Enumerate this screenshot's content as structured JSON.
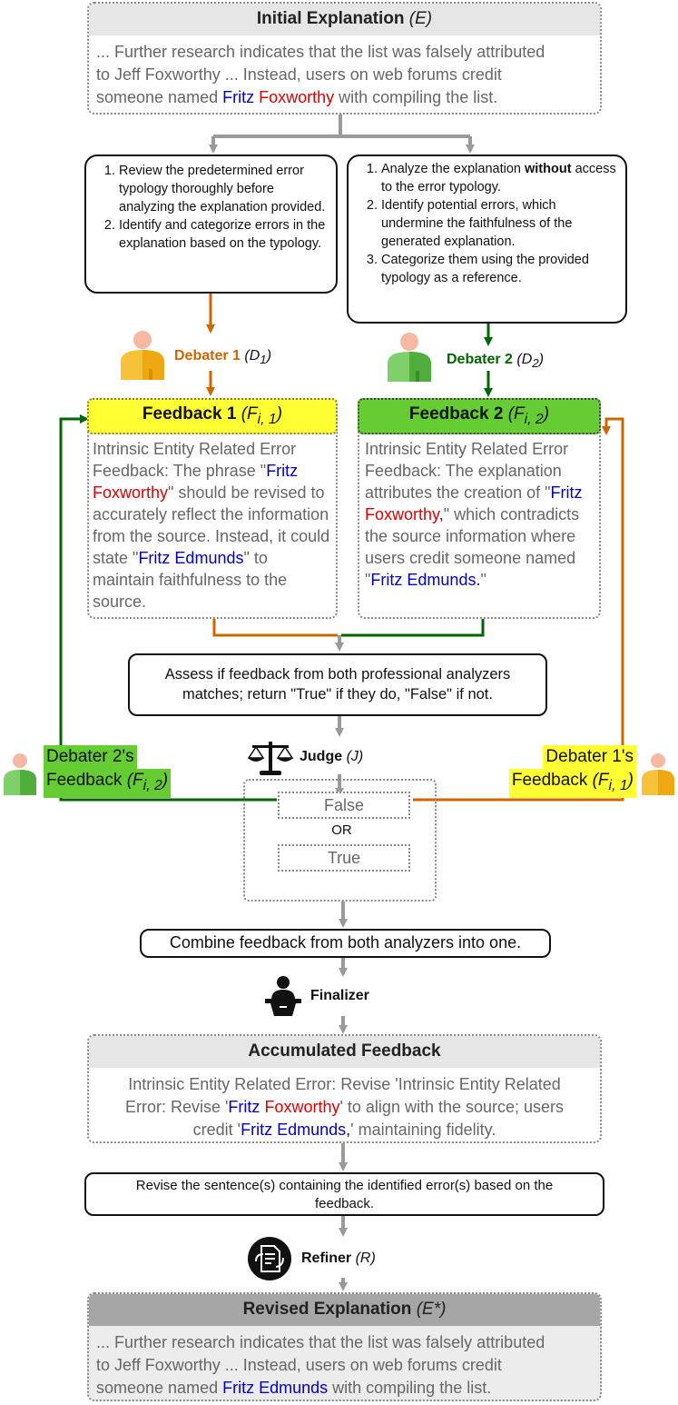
{
  "initial": {
    "title": "Initial Explanation",
    "symbol": "(E)",
    "line1": "... Further research indicates that the list was falsely attributed",
    "line2": "to Jeff Foxworthy ... Instead, users on web forums credit",
    "line3_pre": "someone named ",
    "name_first": "Fritz",
    "name_last": "Foxworthy",
    "line3_post": " with compiling the list."
  },
  "instructions1": [
    "Review the predetermined error typology thoroughly before analyzing the explanation provided.",
    "Identify and categorize errors in the explanation based on the typology."
  ],
  "instructions2": {
    "item1_pre": "Analyze the explanation ",
    "item1_bold": "without",
    "item1_post": " access to the error typology.",
    "item2": "Identify potential errors, which undermine the faithfulness of the generated explanation.",
    "item3": "Categorize them using the provided typology as a reference."
  },
  "debater1": {
    "label": "Debater 1",
    "symbol_base": "(D",
    "symbol_sub": "1",
    "symbol_end": ")"
  },
  "debater2": {
    "label": "Debater 2",
    "symbol_base": "(D",
    "symbol_sub": "2",
    "symbol_end": ")"
  },
  "feedback1": {
    "title": "Feedback 1",
    "symbol_base": "(F",
    "symbol_sub": "i, 1",
    "symbol_end": ")",
    "t1": "Intrinsic Entity Related Error Feedback: The phrase",
    "q_open": "\"",
    "fritz": "Fritz",
    "foxworthy": "Foxworthy",
    "t2": "\" should be revised to accurately reflect the information from the source. Instead, it could state",
    "fritz_edmunds": "Fritz Edmunds",
    "t3": "\" to maintain faithfulness to the source."
  },
  "feedback2": {
    "title": "Feedback 2",
    "symbol_base": "(F",
    "symbol_sub": "i, 2",
    "symbol_end": ")",
    "t1": "Intrinsic Entity Related Error Feedback: The explanation attributes the creation of",
    "q_open": "\"",
    "fritz": "Fritz",
    "foxworthy": "Foxworthy,",
    "t2": "\" which contradicts the source information where users credit someone named \"",
    "fritz2": "Fritz",
    "edmunds": "Edmunds.",
    "t3": "\""
  },
  "assess": {
    "line1": "Assess if feedback from both professional analyzers",
    "line2": "matches; return \"True\" if they do, \"False\" if not."
  },
  "judge": {
    "label": "Judge",
    "symbol": "(J)"
  },
  "debater2_feedback_tag": {
    "line1": "Debater 2's",
    "line2_pre": "Feedback ",
    "symbol_base": "(F",
    "symbol_sub": "i, 2",
    "symbol_end": ")"
  },
  "debater1_feedback_tag": {
    "line1": "Debater 1's",
    "line2_pre": "Feedback ",
    "symbol_base": "(F",
    "symbol_sub": "i, 1",
    "symbol_end": ")"
  },
  "decision": {
    "false_label": "False",
    "or_label": "OR",
    "true_label": "True"
  },
  "combine": {
    "text": "Combine feedback from both analyzers into one."
  },
  "finalizer": {
    "label": "Finalizer"
  },
  "accumulated": {
    "title": "Accumulated Feedback",
    "line1": "Intrinsic Entity Related Error: Revise 'Intrinsic Entity Related",
    "line2_pre": "Error: Revise '",
    "fritz": "Fritz",
    "foxworthy": "Foxworthy",
    "line2_post": "' to align with the source; users",
    "line3_pre": "credit '",
    "fritz_edmunds": "Fritz Edmunds,",
    "line3_post": "' maintaining fidelity."
  },
  "revise": {
    "line1": "Revise the sentence(s) containing the identified error(s) based on the",
    "line2": "feedback."
  },
  "refiner": {
    "label": "Refiner",
    "symbol": "(R)"
  },
  "revised": {
    "title": "Revised Explanation",
    "symbol": "(E*)",
    "line1": "... Further research indicates that the list was falsely attributed",
    "line2": "to Jeff Foxworthy ... Instead, users on web forums credit",
    "line3_pre": "someone named ",
    "name": "Fritz Edmunds",
    "line3_post": " with compiling the list."
  },
  "colors": {
    "orange": "#cc6600",
    "green": "#006600",
    "gray_arrow": "#9a9a9a",
    "yellow_highlight": "#ffff33",
    "green_highlight": "#66cc33",
    "blue_text": "#0000cc",
    "red_text": "#e00000"
  }
}
